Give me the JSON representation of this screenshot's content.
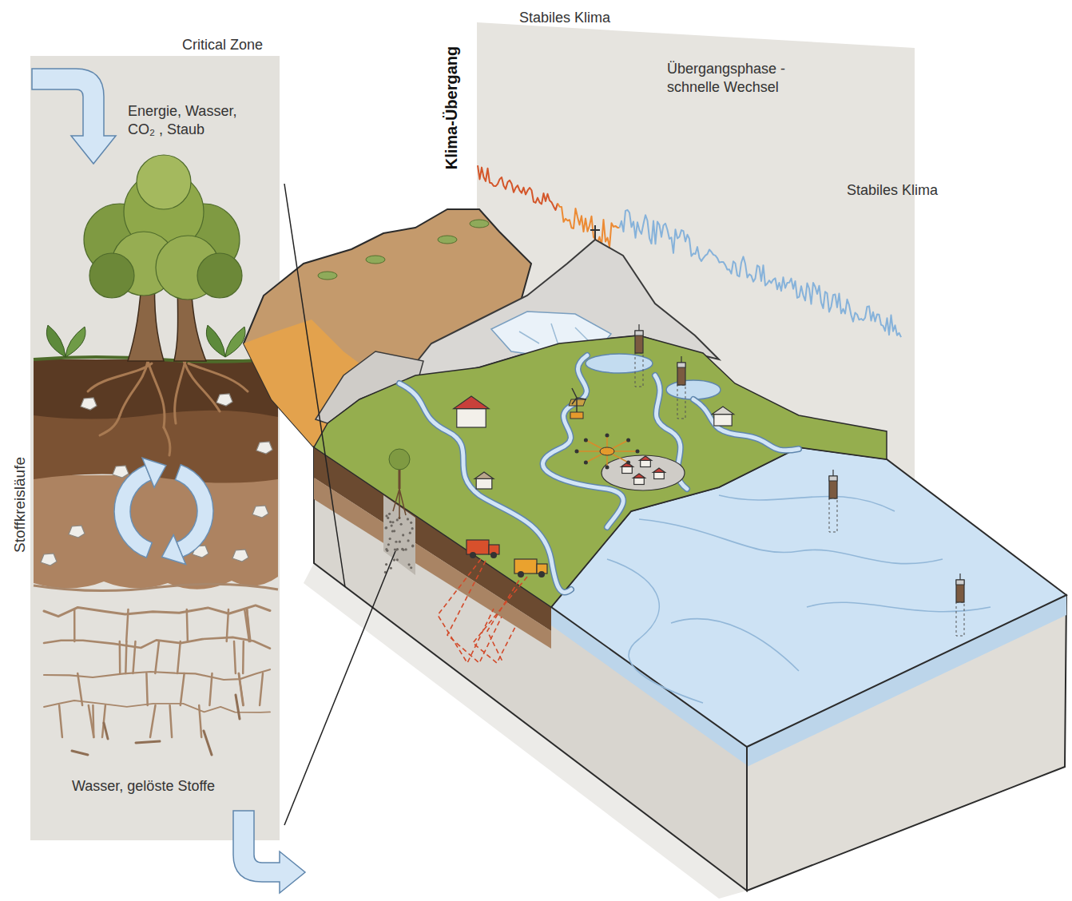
{
  "diagram": {
    "nodes": [
      {
        "text": [
          "Critical Zone",
          "Energie, Wasser, CO₂ , Staub",
          "Wasser, gelöste Stoffe"
        ]
      },
      {
        "text": [
          "Klima-Übergang",
          "Stabiles Klima",
          "Übergangsphase - schnelle Wechsel",
          "Stabiles Klima"
        ]
      }
    ],
    "labels": [
      "Stoffkreisläufe"
    ]
  }
}
